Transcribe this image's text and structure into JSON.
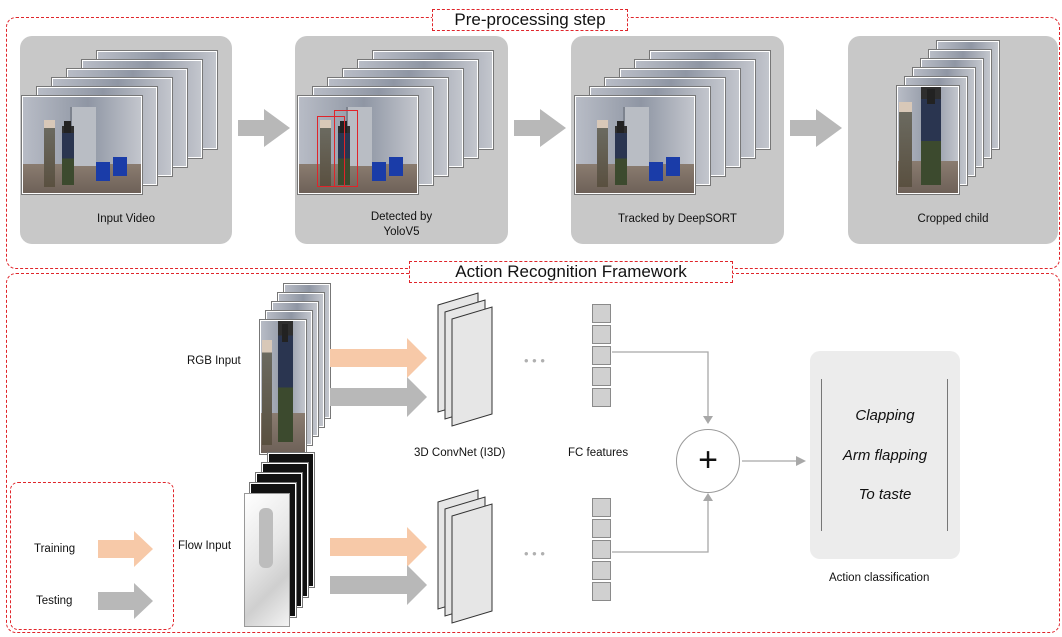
{
  "preprocessing": {
    "title": "Pre-processing step",
    "cards": [
      {
        "id": "input-video",
        "label": "Input Video"
      },
      {
        "id": "detected",
        "label": "Detected by\nYoloV5"
      },
      {
        "id": "tracked",
        "label": "Tracked by DeepSORT"
      },
      {
        "id": "cropped",
        "label": "Cropped child"
      }
    ]
  },
  "framework": {
    "title": "Action Recognition Framework",
    "rgb_input": "RGB Input",
    "flow_input": "Flow Input",
    "convnet_label": "3D ConvNet (I3D)",
    "fc_label": "FC features",
    "fusion_symbol": "+",
    "classification_label": "Action classification",
    "classes": [
      "Clapping",
      "Arm flapping",
      "To taste"
    ],
    "ellipsis": "• • •"
  },
  "legend": {
    "training": "Training",
    "testing": "Testing"
  },
  "colors": {
    "dashed_border": "#e0242a",
    "card_bg": "#c8c8c8",
    "training_arrow": "#f7c9a8",
    "testing_arrow": "#b8b8b8",
    "connector": "#a8a8a8"
  }
}
